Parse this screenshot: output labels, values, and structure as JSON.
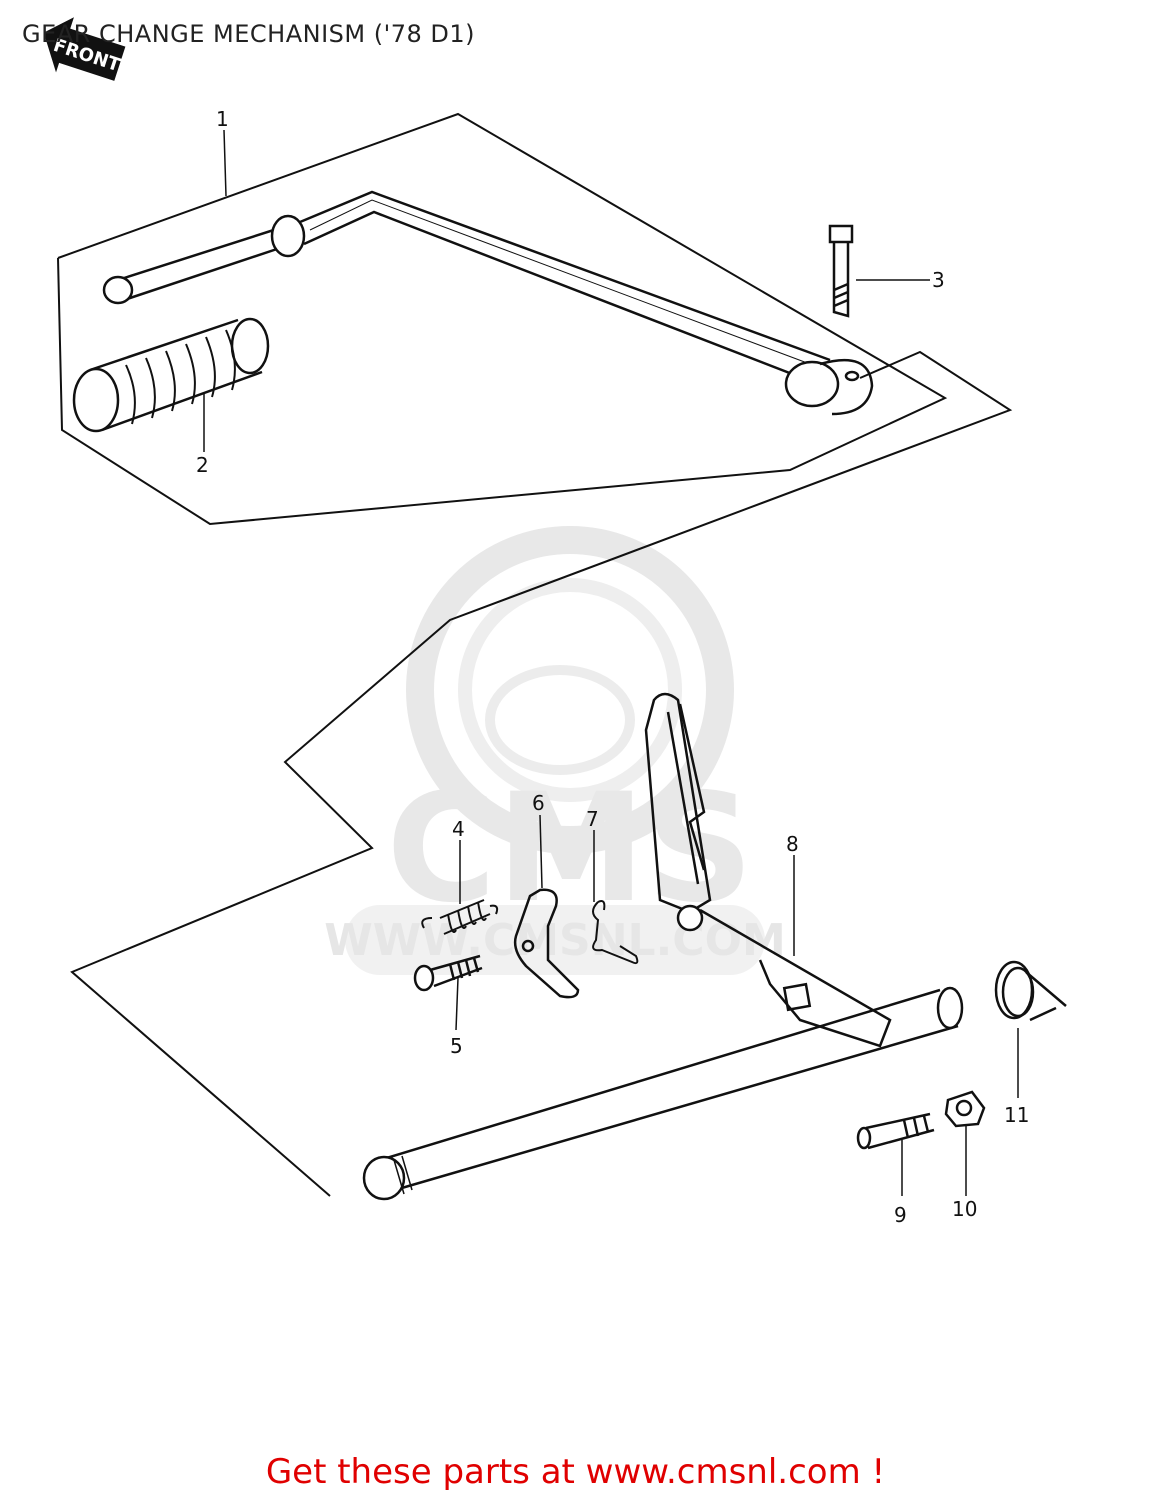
{
  "diagram": {
    "title": "GEAR CHANGE MECHANISM ('78 D1)",
    "direction_badge": "FRONT",
    "callouts": [
      {
        "number": "1"
      },
      {
        "number": "2"
      },
      {
        "number": "3"
      },
      {
        "number": "4"
      },
      {
        "number": "5"
      },
      {
        "number": "6"
      },
      {
        "number": "7"
      },
      {
        "number": "8"
      },
      {
        "number": "9"
      },
      {
        "number": "10"
      },
      {
        "number": "11"
      }
    ]
  },
  "watermark": {
    "logo_text": "CMS",
    "url_text": "WWW.CMSNL.COM"
  },
  "footer": {
    "cta": "Get these parts at www.cmsnl.com !"
  },
  "colors": {
    "line": "#111111",
    "watermark": "#e6e6e6",
    "cta": "#e00000"
  }
}
